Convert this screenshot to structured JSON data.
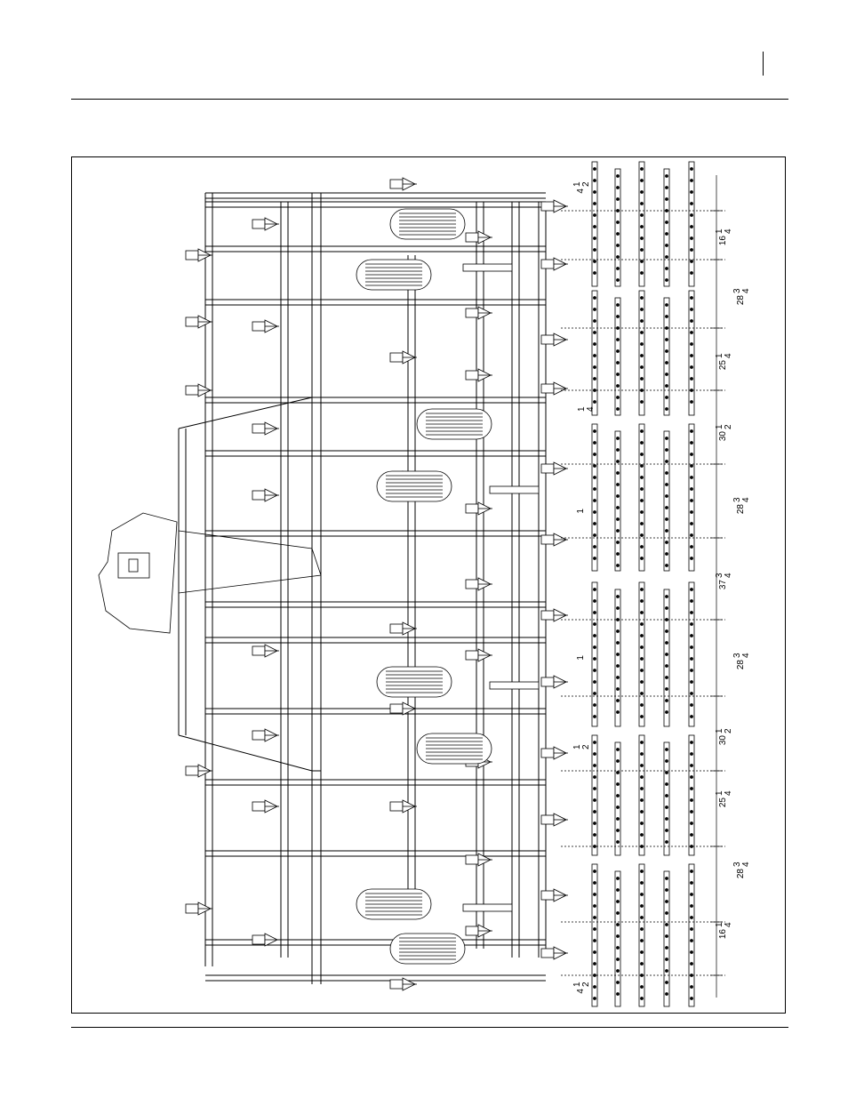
{
  "document": {
    "figure": {
      "dimensions_upper": [
        {
          "whole": "4",
          "num": "1",
          "den": "2"
        },
        {
          "whole": "16",
          "num": "1",
          "den": "4"
        },
        {
          "whole": "28",
          "num": "3",
          "den": "4"
        },
        {
          "whole": "25",
          "num": "1",
          "den": "4"
        },
        {
          "whole": "",
          "num": "1",
          "den": "4"
        },
        {
          "whole": "30",
          "num": "1",
          "den": "2"
        },
        {
          "whole": "28",
          "num": "3",
          "den": "4"
        },
        {
          "whole": "1",
          "num": "",
          "den": ""
        },
        {
          "whole": "37",
          "num": "3",
          "den": "4"
        }
      ],
      "dimensions_lower": [
        {
          "whole": "1",
          "num": "",
          "den": ""
        },
        {
          "whole": "28",
          "num": "3",
          "den": "4"
        },
        {
          "whole": "30",
          "num": "1",
          "den": "2"
        },
        {
          "whole": "",
          "num": "1",
          "den": "2"
        },
        {
          "whole": "25",
          "num": "1",
          "den": "4"
        },
        {
          "whole": "28",
          "num": "3",
          "den": "4"
        },
        {
          "whole": "16",
          "num": "1",
          "den": "4"
        },
        {
          "whole": "4",
          "num": "1",
          "den": "2"
        }
      ]
    }
  }
}
